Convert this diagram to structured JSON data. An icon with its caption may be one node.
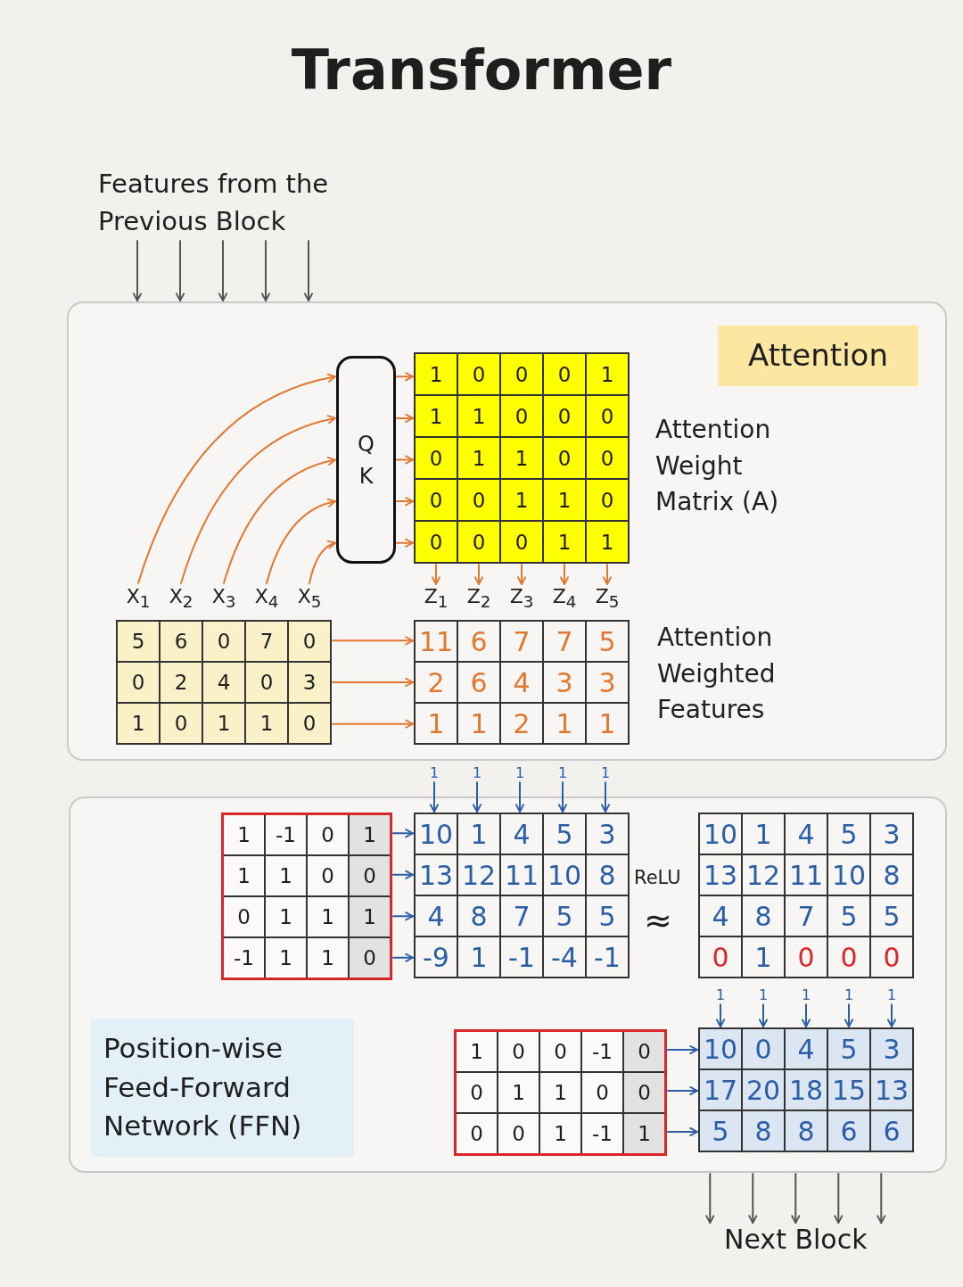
{
  "diagram": {
    "title": "Transformer",
    "nodes": [
      {
        "text": [
          "Features from the Previous Block"
        ]
      },
      {
        "text": [],
        "shape": "box"
      },
      {
        "text": [
          "Attention"
        ],
        "in": 1
      },
      {
        "text": [
          "Q",
          "K"
        ],
        "in": 1
      },
      {
        "text": [
          "1",
          "0",
          "0",
          "0",
          "1",
          "1",
          "1",
          "0",
          "0",
          "0",
          "0",
          "1",
          "1",
          "0",
          "0",
          "0",
          "0",
          "1",
          "1",
          "0",
          "0",
          "0",
          "0",
          "1",
          "1"
        ],
        "beside": [
          "Attention Weight Matrix (A)"
        ],
        "in": 1
      },
      {
        "text": [
          "X$_{1}$"
        ],
        "in": 1
      },
      {
        "text": [
          "X$_{2}$"
        ],
        "in": 1
      },
      {
        "text": [
          "X$_{3}$"
        ],
        "in": 1
      },
      {
        "text": [
          "X$_{4}$"
        ],
        "in": 1
      },
      {
        "text": [
          "X$_{5}$"
        ],
        "in": 1
      },
      {
        "text": [
          "Z$_{1}$"
        ],
        "in": 1
      },
      {
        "text": [
          "Z$_{2}$"
        ],
        "in": 1
      },
      {
        "text": [
          "Z$_{3}$"
        ],
        "in": 1
      },
      {
        "text": [
          "Z$_{4}$"
        ],
        "in": 1
      },
      {
        "text": [
          "Z$_{5}$"
        ],
        "in": 1
      },
      {
        "text": [
          "5",
          "6",
          "0",
          "7",
          "0",
          "0",
          "2",
          "4",
          "0",
          "3",
          "1",
          "0",
          "1",
          "1",
          "0"
        ],
        "in": 1
      },
      {
        "text": [
          "11",
          "6",
          "7",
          "7",
          "5",
          "2",
          "6",
          "4",
          "3",
          "3",
          "1",
          "1",
          "2",
          "1",
          "1"
        ],
        "beside": [
          "Attention Weighted Features"
        ],
        "in": 1
      },
      {
        "text": [],
        "shape": "box"
      },
      {
        "text": [
          "1"
        ]
      },
      {
        "text": [
          "1"
        ]
      },
      {
        "text": [
          "1"
        ]
      },
      {
        "text": [
          "1"
        ]
      },
      {
        "text": [
          "1"
        ]
      },
      {
        "text": [
          "1",
          "-1",
          "0",
          "1",
          "1",
          "1",
          "0",
          "0",
          "0",
          "1",
          "1",
          "1",
          "-1",
          "1",
          "1",
          "0"
        ],
        "in": 17
      },
      {
        "text": [
          "10",
          "1",
          "4",
          "5",
          "3",
          "13",
          "12",
          "11",
          "10",
          "8",
          "4",
          "8",
          "7",
          "5",
          "5",
          "-9",
          "1",
          "-1",
          "-4",
          "-1"
        ],
        "in": 17
      },
      {
        "text": [
          "10",
          "1",
          "4",
          "5",
          "3",
          "13",
          "12",
          "11",
          "10",
          "8",
          "4",
          "8",
          "7",
          "5",
          "5",
          "0",
          "1",
          "0",
          "0",
          "0"
        ],
        "in": 17
      },
      {
        "text": [
          "1"
        ],
        "in": 17
      },
      {
        "text": [
          "1"
        ],
        "in": 17
      },
      {
        "text": [
          "1"
        ],
        "in": 17
      },
      {
        "text": [
          "1"
        ],
        "in": 17
      },
      {
        "text": [
          "1"
        ],
        "in": 17
      },
      {
        "text": [
          "Position-wise Feed-Forward Network (FFN)"
        ],
        "in": 17
      },
      {
        "text": [
          "1",
          "0",
          "0",
          "-1",
          "0",
          "0",
          "1",
          "1",
          "0",
          "0",
          "0",
          "0",
          "1",
          "-1",
          "1"
        ],
        "in": 17
      },
      {
        "text": [
          "10",
          "0",
          "4",
          "5",
          "3",
          "17",
          "20",
          "18",
          "15",
          "13",
          "5",
          "8",
          "8",
          "6",
          "6"
        ],
        "in": 17
      },
      {
        "text": [
          "Next Block"
        ]
      }
    ],
    "edges": [
      {
        "from": 0,
        "to": 1,
        "arrow": "to",
        "color": "#555555"
      },
      {
        "from": 0,
        "to": 1,
        "arrow": "to",
        "color": "#555555"
      },
      {
        "from": 0,
        "to": 1,
        "arrow": "to",
        "color": "#555555"
      },
      {
        "from": 0,
        "to": 1,
        "arrow": "to",
        "color": "#555555"
      },
      {
        "from": 0,
        "to": 1,
        "arrow": "to",
        "color": "#555555"
      },
      {
        "from": 5,
        "to": 3,
        "arrow": "to"
      },
      {
        "from": 6,
        "to": 3,
        "arrow": "to"
      },
      {
        "from": 7,
        "to": 3,
        "arrow": "to"
      },
      {
        "from": 8,
        "to": 3,
        "arrow": "to"
      },
      {
        "from": 9,
        "to": 3,
        "arrow": "to"
      },
      {
        "from": 3,
        "to": 4,
        "arrow": "to"
      },
      {
        "from": 3,
        "to": 4,
        "arrow": "to"
      },
      {
        "from": 3,
        "to": 4,
        "arrow": "to"
      },
      {
        "from": 3,
        "to": 4,
        "arrow": "to"
      },
      {
        "from": 3,
        "to": 4,
        "arrow": "to"
      },
      {
        "from": 4,
        "to": 10,
        "arrow": "to"
      },
      {
        "from": 4,
        "to": 11,
        "arrow": "to"
      },
      {
        "from": 4,
        "to": 12,
        "arrow": "to"
      },
      {
        "from": 4,
        "to": 13,
        "arrow": "to"
      },
      {
        "from": 4,
        "to": 14,
        "arrow": "to"
      },
      {
        "from": 15,
        "to": 16,
        "arrow": "to"
      },
      {
        "from": 15,
        "to": 16,
        "arrow": "to"
      },
      {
        "from": 15,
        "to": 16,
        "arrow": "to"
      },
      {
        "from": 18,
        "to": 24,
        "arrow": "to",
        "color": "#2a5ea6"
      },
      {
        "from": 19,
        "to": 24,
        "arrow": "to",
        "color": "#2a5ea6"
      },
      {
        "from": 20,
        "to": 24,
        "arrow": "to",
        "color": "#2a5ea6"
      },
      {
        "from": 21,
        "to": 24,
        "arrow": "to",
        "color": "#2a5ea6"
      },
      {
        "from": 22,
        "to": 24,
        "arrow": "to",
        "color": "#2a5ea6"
      },
      {
        "from": 23,
        "to": 24,
        "arrow": "to",
        "color": "#2a5ea6"
      },
      {
        "from": 23,
        "to": 24,
        "arrow": "to",
        "color": "#2a5ea6"
      },
      {
        "from": 23,
        "to": 24,
        "arrow": "to",
        "color": "#2a5ea6"
      },
      {
        "from": 23,
        "to": 24,
        "arrow": "to",
        "color": "#2a5ea6"
      },
      {
        "from": 26,
        "to": 33,
        "arrow": "to",
        "color": "#2a5ea6"
      },
      {
        "from": 27,
        "to": 33,
        "arrow": "to",
        "color": "#2a5ea6"
      },
      {
        "from": 28,
        "to": 33,
        "arrow": "to",
        "color": "#2a5ea6"
      },
      {
        "from": 29,
        "to": 33,
        "arrow": "to",
        "color": "#2a5ea6"
      },
      {
        "from": 30,
        "to": 33,
        "arrow": "to",
        "color": "#2a5ea6"
      },
      {
        "from": 32,
        "to": 33,
        "arrow": "to",
        "color": "#2a5ea6"
      },
      {
        "from": 32,
        "to": 33,
        "arrow": "to",
        "color": "#2a5ea6"
      },
      {
        "from": 32,
        "to": 33,
        "arrow": "to",
        "color": "#2a5ea6"
      },
      {
        "from": 17,
        "to": 34,
        "arrow": "to",
        "color": "#555555"
      },
      {
        "from": 17,
        "to": 34,
        "arrow": "to",
        "color": "#555555"
      },
      {
        "from": 17,
        "to": 34,
        "arrow": "to",
        "color": "#555555"
      },
      {
        "from": 17,
        "to": 34,
        "arrow": "to",
        "color": "#555555"
      },
      {
        "from": 17,
        "to": 34,
        "arrow": "to",
        "color": "#555555"
      }
    ],
    "labels": [
      "ReLU",
      "≈"
    ]
  }
}
